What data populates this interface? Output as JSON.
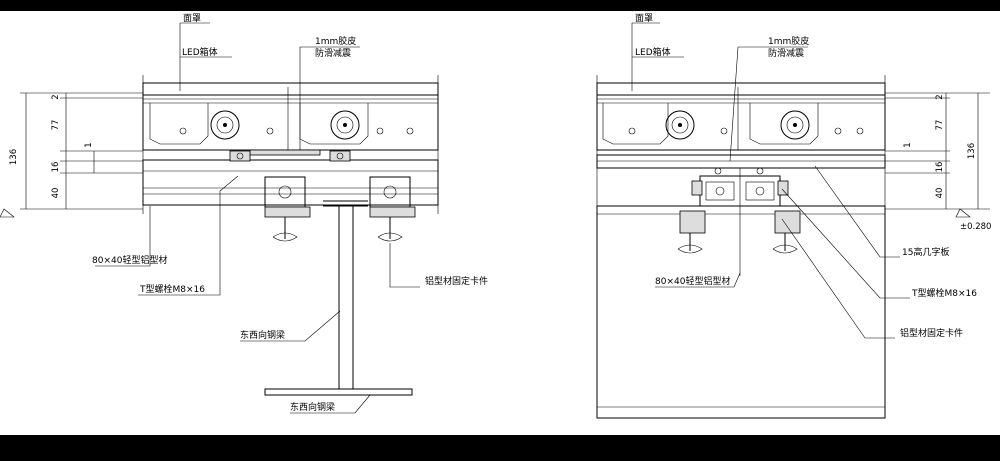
{
  "left": {
    "labels": {
      "cover": "面罩",
      "led_box": "LED箱体",
      "rubber": "1mm胶皮",
      "anti_slip": "防滑减震",
      "profile": "80×40轻型铝型材",
      "t_bolt": "T型螺栓M8×16",
      "clamp": "铝型材固定卡件",
      "beam_ew_1": "东西向钢梁",
      "beam_ew_2": "东西向钢梁"
    },
    "dims": {
      "total": "136",
      "d2": "2",
      "d77": "77",
      "d1": "1",
      "d16": "16",
      "d40": "40"
    }
  },
  "right": {
    "labels": {
      "cover": "面罩",
      "led_box": "LED箱体",
      "rubber": "1mm胶皮",
      "anti_slip": "防滑减震",
      "channel": "15高几字板",
      "profile": "80×40轻型铝型材",
      "t_bolt": "T型螺栓M8×16",
      "clamp": "铝型材固定卡件"
    },
    "dims": {
      "total": "136",
      "d2": "2",
      "d77": "77",
      "d1": "1",
      "d16": "16",
      "d40": "40",
      "elev": "±0.280"
    }
  },
  "colors": {
    "frame": "#000000",
    "paper": "#ffffff",
    "fill": "#dddddd"
  }
}
